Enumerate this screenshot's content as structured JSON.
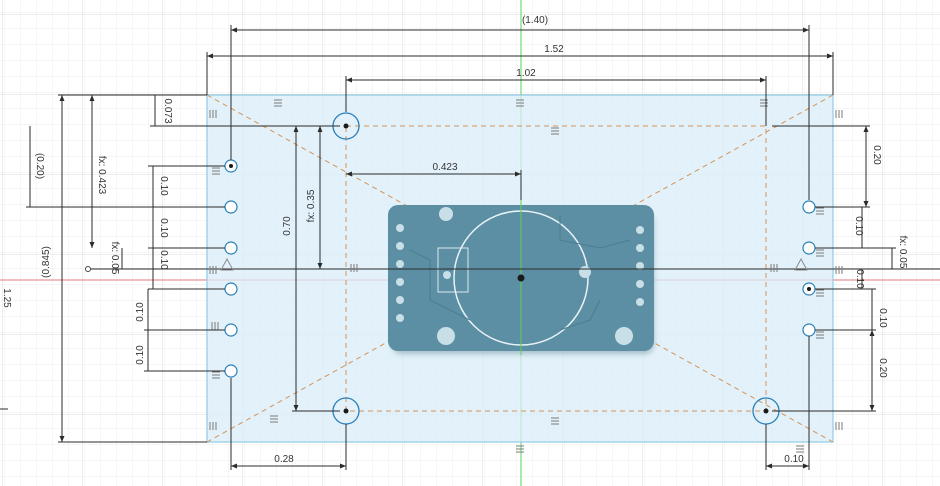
{
  "colors": {
    "background": "#ffffff",
    "grid_minor": "#ececec",
    "grid_major": "#d9d9d9",
    "y_axis": "#5ad25a",
    "x_axis": "#e07a7a",
    "sketch_line": "#111111",
    "sketch_fill": "#d9eef8",
    "sketch_outline": "#8fcce6",
    "construction": "#d2945a",
    "dimension": "#2b2b2b",
    "constraint_glyph": "#8a8a8a",
    "pcb_board": "#5c8fa3",
    "pcb_pads": "#c9dfe8",
    "point_ring": "#2a7fb8"
  },
  "icons": {
    "constraint": "parallel-bars-icon",
    "midpoint": "triangle-icon",
    "origin": "origin-point-icon",
    "sketch_point": "sketch-point-icon",
    "component": "pcb-canvas-image"
  },
  "dimensions": {
    "overall_ref": "(1.40)",
    "overall_width": "1.52",
    "hole_spacing": "1.02",
    "offset_center": "0.423",
    "left_bottom_offset": "0.28",
    "right_bottom_offset": "0.10",
    "top_edge": "0.073",
    "left_ref_small": "(0.20)",
    "fx_left": "fx: 0.423",
    "height_ref": "(0.845)",
    "pin_spacing_a": "0.10",
    "pin_spacing_b": "0.10",
    "pin_spacing_c": "0.10",
    "fx_small_left": "fx: 0.05",
    "pin_spacing_d": "0.10",
    "pin_spacing_e": "0.10",
    "inner_height": "0.70",
    "fx_inner": "fx: 0.35",
    "right_top": "0.20",
    "right_mid_a": "0.10",
    "right_mid_b": "0.10",
    "right_mid_c": "0.10",
    "right_bottom": "0.20",
    "fx_right": "fx: 0.05",
    "left_edge_partial": "1.25"
  }
}
